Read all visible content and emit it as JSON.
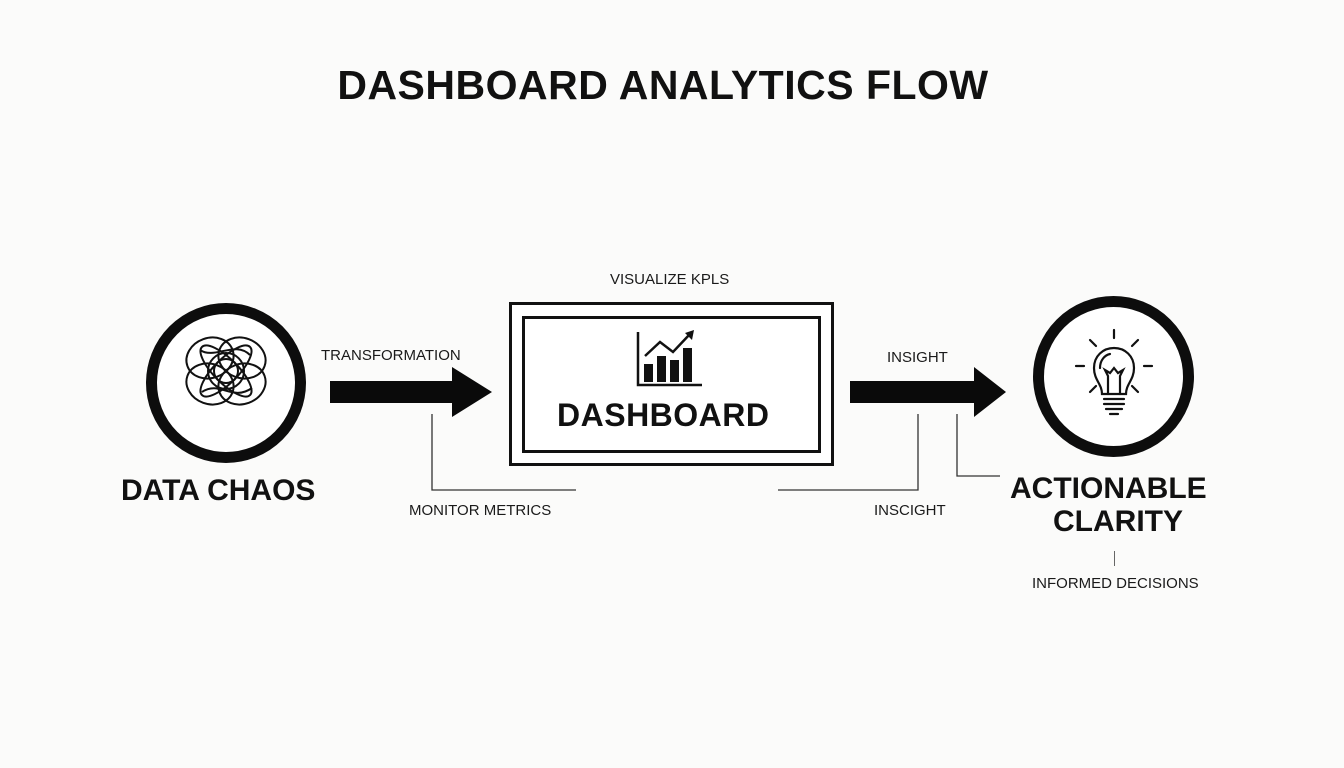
{
  "title": "DASHBOARD ANALYTICS FLOW",
  "nodes": {
    "source": {
      "label": "DATA CHAOS",
      "icon": "tangled-loops-icon"
    },
    "dashboard": {
      "label": "DASHBOARD",
      "caption": "VISUALIZE KPLS",
      "icon": "bar-chart-trend-icon"
    },
    "outcome": {
      "label_line1": "ACTIONABLE",
      "label_line2": "CLARITY",
      "caption": "INFORMED DECISIONS",
      "icon": "lightbulb-icon"
    }
  },
  "arrows": [
    {
      "label": "TRANSFORMATION",
      "annotation": "MONITOR METRICS"
    },
    {
      "label": "INSIGHT",
      "annotation": "INSCIGHT"
    }
  ],
  "colors": {
    "background": "#fbfbfa",
    "ink": "#111111"
  }
}
